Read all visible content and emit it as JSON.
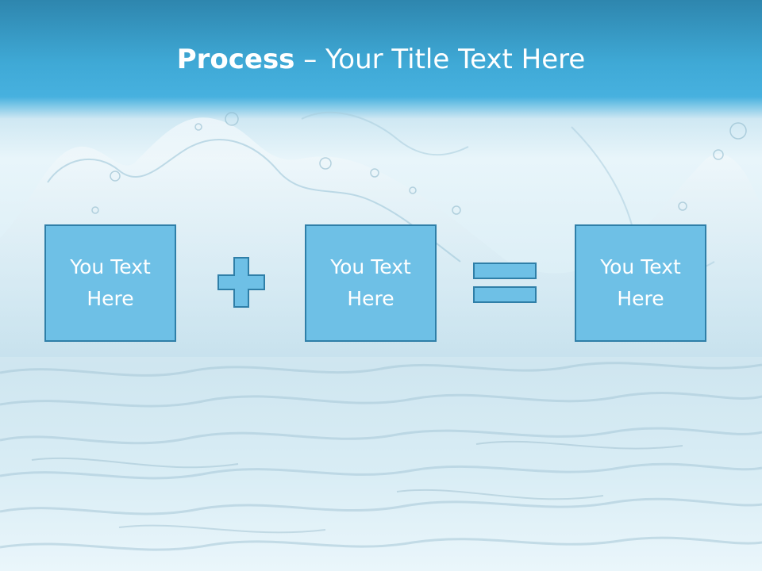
{
  "slide": {
    "title_strong": "Process",
    "title_rest": " – Your Title Text Here",
    "boxes": [
      {
        "line1": "You Text",
        "line2": "Here"
      },
      {
        "line1": "You Text",
        "line2": "Here"
      },
      {
        "line1": "You Text",
        "line2": "Here"
      }
    ]
  },
  "colors": {
    "header_blue": "#3fa9d6",
    "box_fill": "#6ec0e6",
    "box_border": "#2f7fa8",
    "text": "#ffffff"
  },
  "icons": {
    "operator_1": "plus-icon",
    "operator_2": "equals-icon"
  }
}
